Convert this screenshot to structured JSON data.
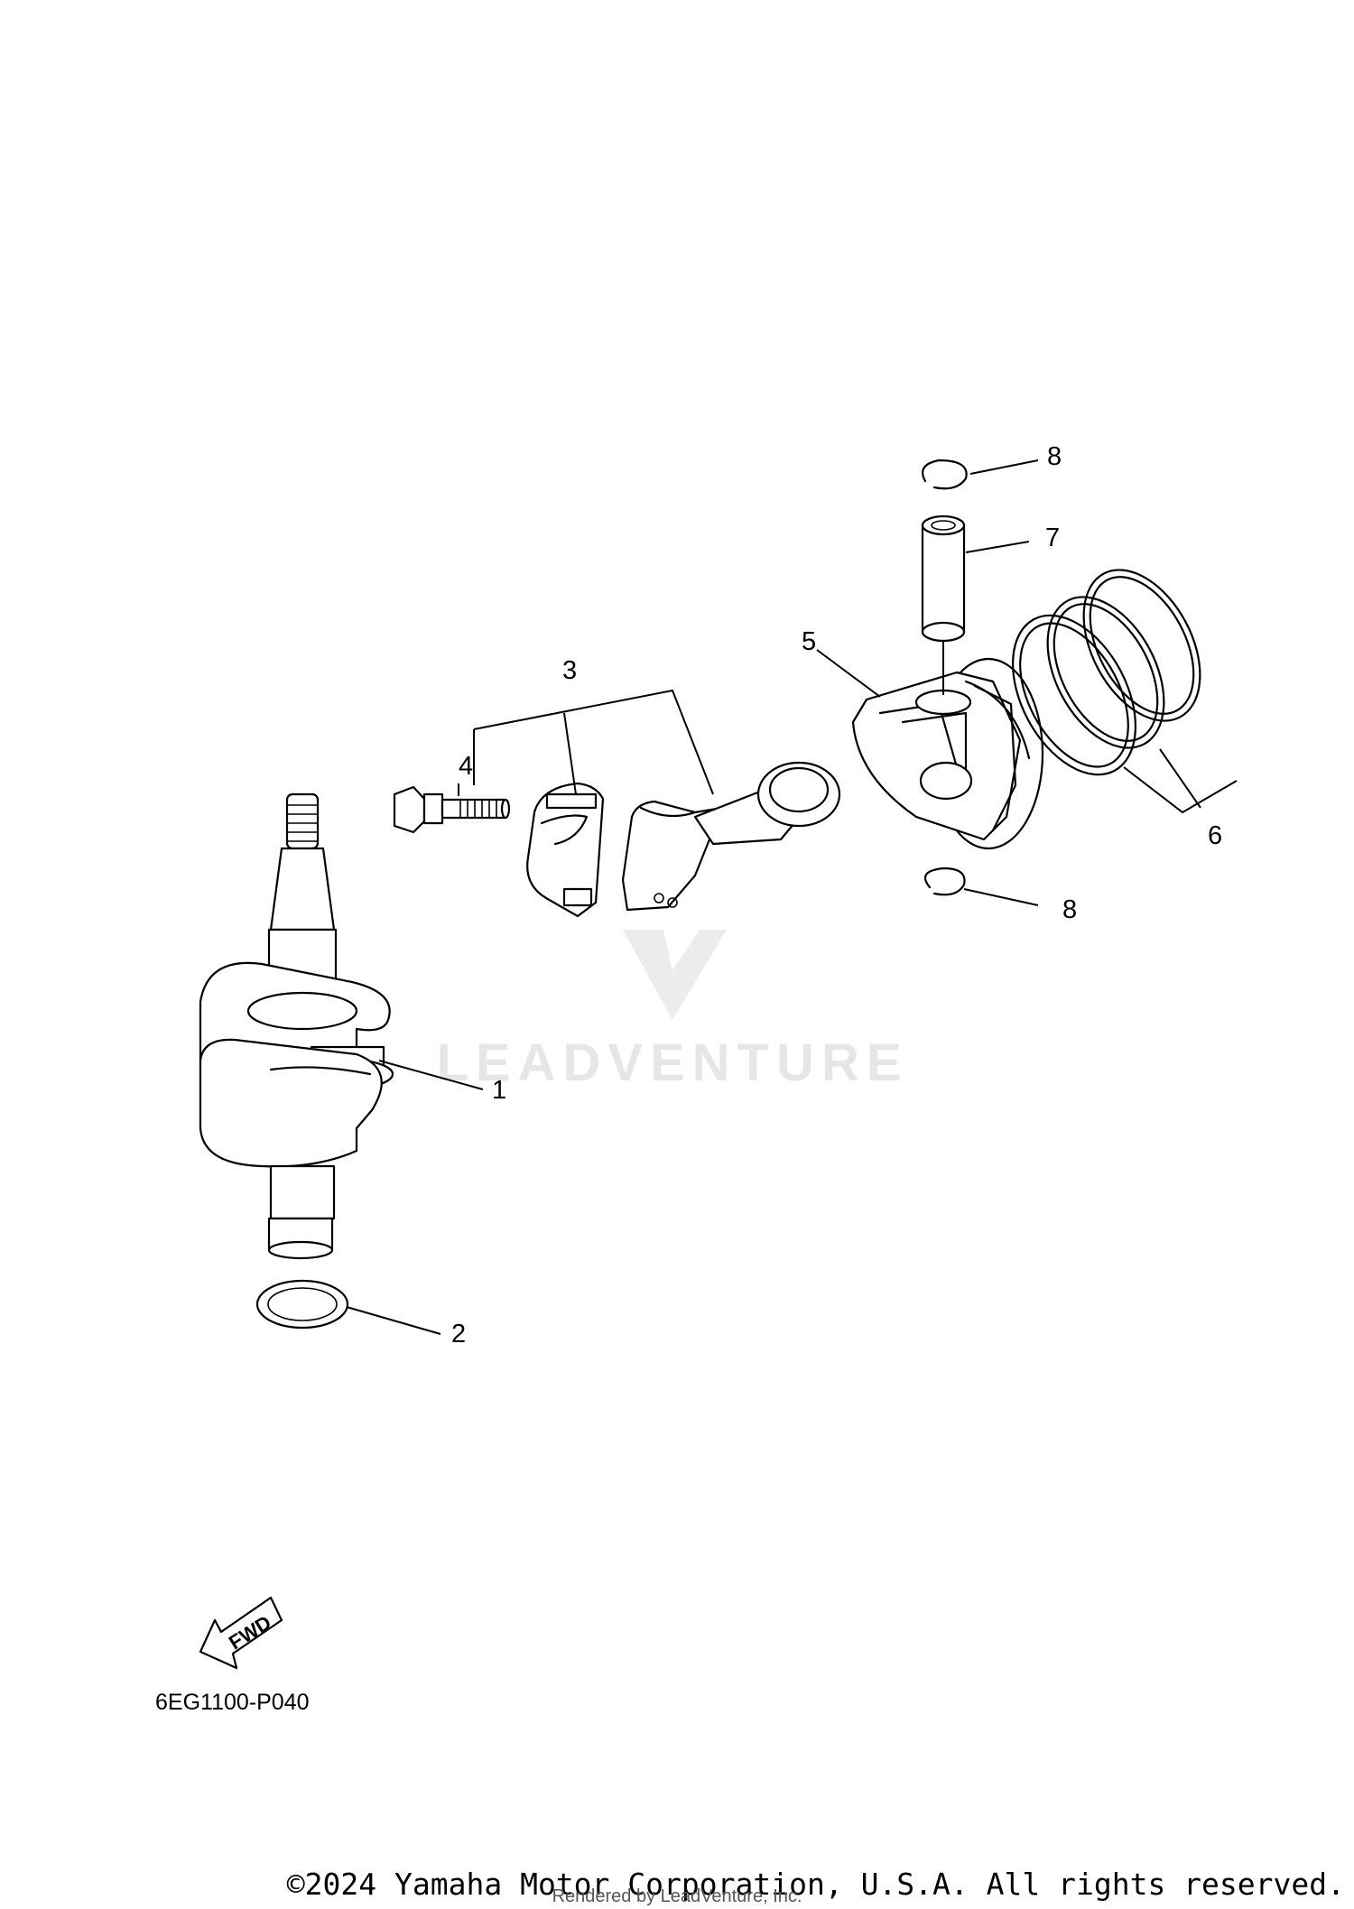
{
  "callouts": [
    {
      "number": "1",
      "part": "crankshaft"
    },
    {
      "number": "2",
      "part": "washer"
    },
    {
      "number": "3",
      "part": "connecting-rod-assy"
    },
    {
      "number": "4",
      "part": "bolt"
    },
    {
      "number": "5",
      "part": "piston"
    },
    {
      "number": "6",
      "part": "piston-ring-set"
    },
    {
      "number": "7",
      "part": "piston-pin"
    },
    {
      "number": "8",
      "part": "circlip"
    }
  ],
  "watermark": "LEADVENTURE",
  "fwd_label": "FWD",
  "diagram_code": "6EG1100-P040",
  "copyright": "©2024 Yamaha Motor Corporation, U.S.A. All rights reserved.",
  "rendered_by": "Rendered by LeadVenture, Inc."
}
